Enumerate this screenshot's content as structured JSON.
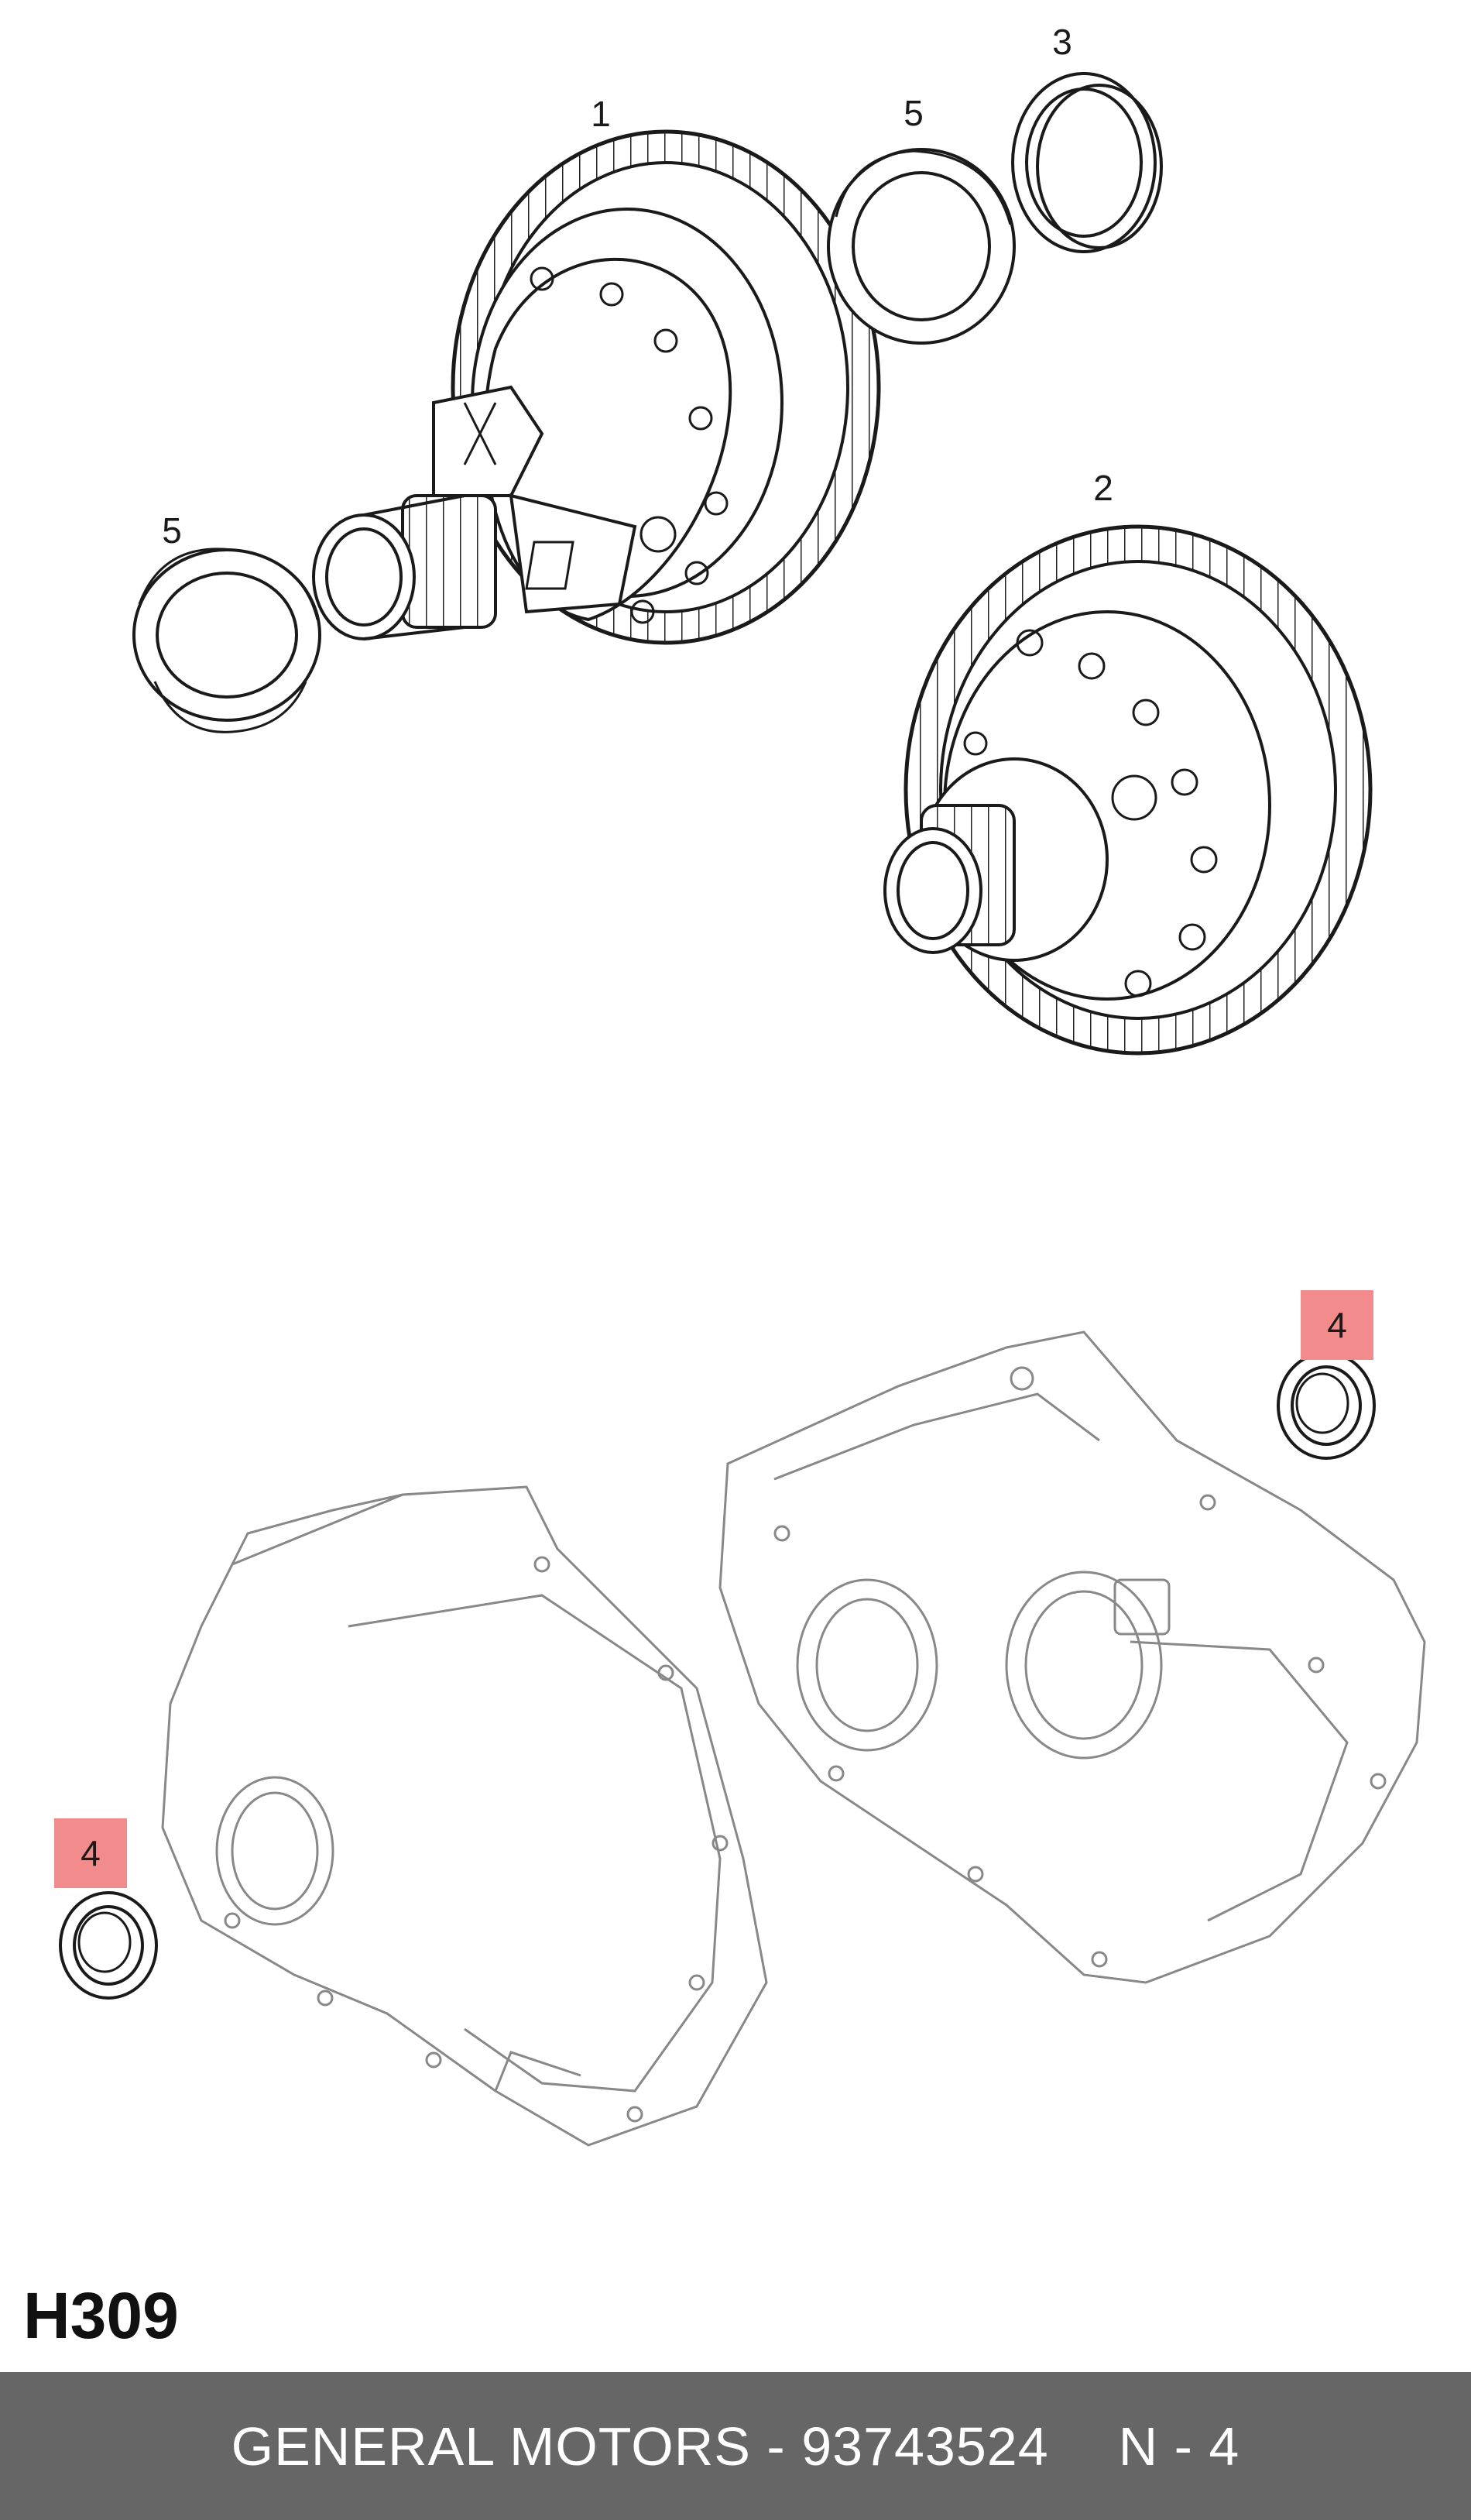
{
  "callouts": {
    "c1": "1",
    "c2": "2",
    "c3": "3",
    "c4a": "4",
    "c4b": "4",
    "c5a": "5",
    "c5b": "5"
  },
  "highlight_color": "#f28b8b",
  "diagram_code": "H309",
  "footer": {
    "brand": "GENERAL MOTORS",
    "separator": " - ",
    "part_number": "93743524",
    "position": "N - 4"
  },
  "footer_color": "#666666"
}
